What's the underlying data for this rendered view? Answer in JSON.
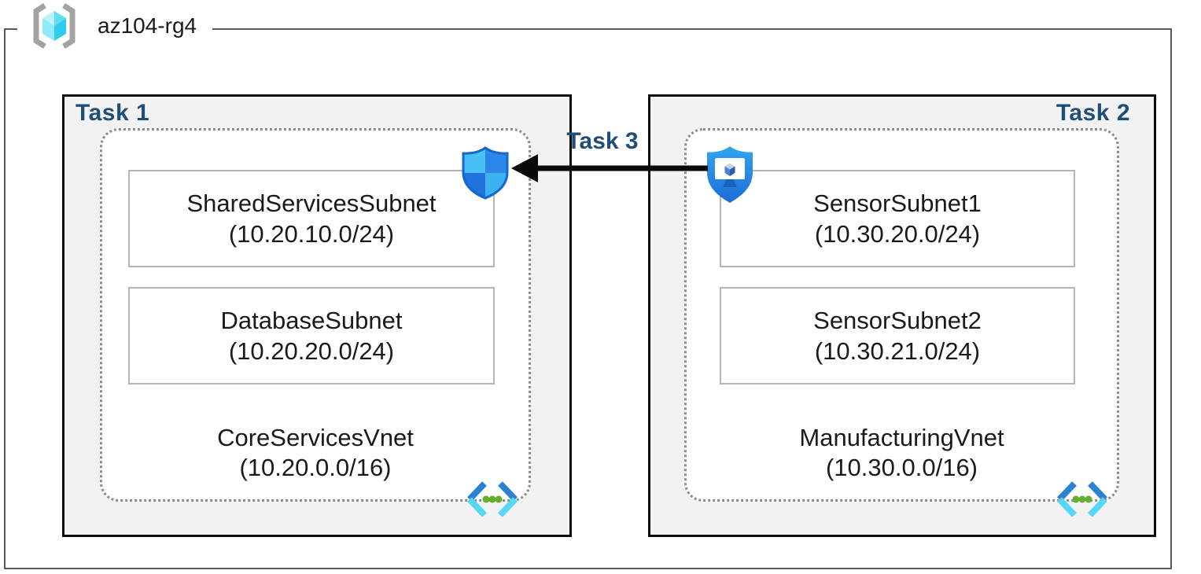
{
  "resource_group": {
    "name": "az104-rg4"
  },
  "labels": {
    "task1": "Task 1",
    "task2": "Task 2",
    "task3": "Task 3"
  },
  "vnets": [
    {
      "name": "CoreServicesVnet",
      "cidr": "(10.20.0.0/16)",
      "subnets": [
        {
          "name": "SharedServicesSubnet",
          "cidr": "(10.20.10.0/24)"
        },
        {
          "name": "DatabaseSubnet",
          "cidr": "(10.20.20.0/24)"
        }
      ]
    },
    {
      "name": "ManufacturingVnet",
      "cidr": "(10.30.0.0/16)",
      "subnets": [
        {
          "name": "SensorSubnet1",
          "cidr": "(10.30.20.0/24)"
        },
        {
          "name": "SensorSubnet2",
          "cidr": "(10.30.21.0/24)"
        }
      ]
    }
  ],
  "icons": {
    "resource_group": "azure-resource-group-brackets-cube",
    "network_security_group": "defender-shield-quadrants",
    "application_security_group": "shield-with-monitor-cube",
    "virtual_network": "chevrons-with-green-dots"
  },
  "colors": {
    "task_label": "#1f4e79",
    "task_box_fill": "#f2f2f2",
    "task_box_border": "#0d0d0d",
    "outer_border": "#595959",
    "subnet_border": "#b5b5b5",
    "dotted_border": "#8c8c8c",
    "arrow": "#0a0a0a",
    "vnet_icon_dark_blue": "#2e80d4",
    "vnet_icon_cyan": "#55d7f6",
    "vnet_icon_green": "#66ac2d",
    "shield_light": "#47c0f4",
    "shield_dark": "#2272de"
  }
}
